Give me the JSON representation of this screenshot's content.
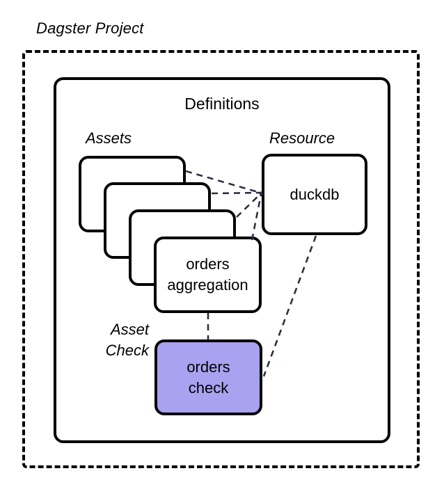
{
  "diagram": {
    "type": "architecture-diagram",
    "background_color": "#ffffff",
    "line_color": "#000000",
    "dashed_connector_color": "#2d3142",
    "accent_color": "#a9a2f0"
  },
  "project": {
    "title": "Dagster Project",
    "boundary_style": "dashed"
  },
  "definitions": {
    "title": "Definitions",
    "boundary_style": "solid"
  },
  "groups": {
    "assets_label": "Assets",
    "resource_label": "Resource",
    "asset_check_label_line1": "Asset",
    "asset_check_label_line2": "Check"
  },
  "nodes": {
    "asset_cards": [
      {
        "label": "",
        "stack_index": 1
      },
      {
        "label": "",
        "stack_index": 2
      },
      {
        "label": "",
        "stack_index": 3
      }
    ],
    "front_asset": {
      "line1": "orders",
      "line2": "aggregation",
      "fill": "#ffffff"
    },
    "resource": {
      "label": "duckdb",
      "fill": "#ffffff"
    },
    "asset_check": {
      "line1": "orders",
      "line2": "check",
      "fill": "#a9a2f0"
    }
  },
  "connectors": [
    {
      "from": "asset-card-1",
      "to": "duckdb",
      "style": "dashed"
    },
    {
      "from": "asset-card-2",
      "to": "duckdb",
      "style": "dashed"
    },
    {
      "from": "asset-card-3",
      "to": "duckdb",
      "style": "dashed"
    },
    {
      "from": "orders-aggregation",
      "to": "duckdb",
      "style": "dashed"
    },
    {
      "from": "orders-aggregation",
      "to": "orders-check",
      "style": "dashed"
    },
    {
      "from": "duckdb",
      "to": "orders-check",
      "style": "dashed"
    }
  ]
}
